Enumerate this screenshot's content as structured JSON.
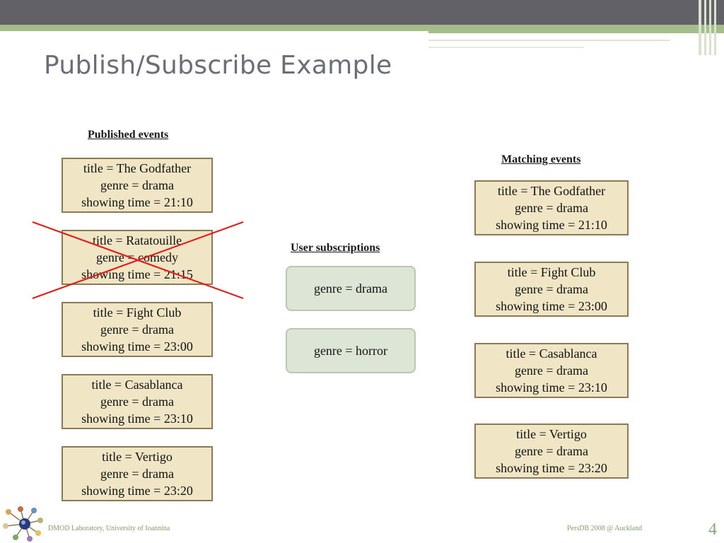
{
  "slide": {
    "title": "Publish/Subscribe Example",
    "page_number": "4"
  },
  "published": {
    "heading": "Published events",
    "events": [
      {
        "title": "title = The Godfather",
        "genre": "genre = drama",
        "time": "showing time = 21:10"
      },
      {
        "title": "title = Ratatouille",
        "genre": "genre = comedy",
        "time": "showing time = 21:15"
      },
      {
        "title": "title = Fight Club",
        "genre": "genre = drama",
        "time": "showing time = 23:00"
      },
      {
        "title": "title = Casablanca",
        "genre": "genre = drama",
        "time": "showing time = 23:10"
      },
      {
        "title": "title = Vertigo",
        "genre": "genre = drama",
        "time": "showing time = 23:20"
      }
    ],
    "crossed_out_index": 1
  },
  "subscriptions": {
    "heading": "User subscriptions",
    "items": [
      "genre = drama",
      "genre = horror"
    ]
  },
  "matching": {
    "heading": "Matching events",
    "events": [
      {
        "title": "title = The Godfather",
        "genre": "genre = drama",
        "time": "showing time = 21:10"
      },
      {
        "title": "title = Fight Club",
        "genre": "genre = drama",
        "time": "showing time = 23:00"
      },
      {
        "title": "title = Casablanca",
        "genre": "genre = drama",
        "time": "showing time = 23:10"
      },
      {
        "title": "title = Vertigo",
        "genre": "genre = drama",
        "time": "showing time = 23:20"
      }
    ]
  },
  "footer": {
    "left": "DMOD Laboratory, University of Ioannina",
    "right": "PersDB 2008 @ Auckland"
  },
  "colors": {
    "banner": "#626168",
    "accent_green": "#a4bd8a",
    "event_fill": "#f0e6c6",
    "subscription_fill": "#dde6d6",
    "cross_red": "#e0201c"
  },
  "icons": [
    "molecule-logo-icon",
    "red-cross-icon"
  ]
}
